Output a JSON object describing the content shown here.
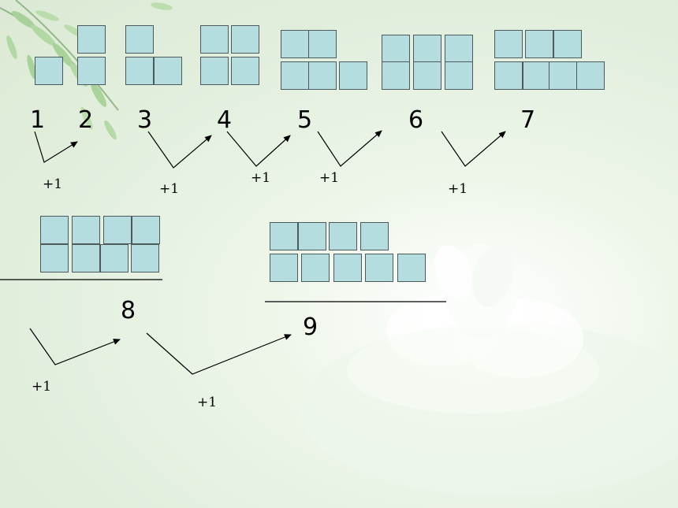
{
  "numbers": [
    "1",
    "2",
    "3",
    "4",
    "5",
    "6",
    "7",
    "8",
    "9"
  ],
  "step_label": "+1",
  "colors": {
    "square_fill": "#b5dde0",
    "square_border": "#4d5a5c",
    "background": "#e4f0df",
    "leaf": "#7fbf6a"
  }
}
